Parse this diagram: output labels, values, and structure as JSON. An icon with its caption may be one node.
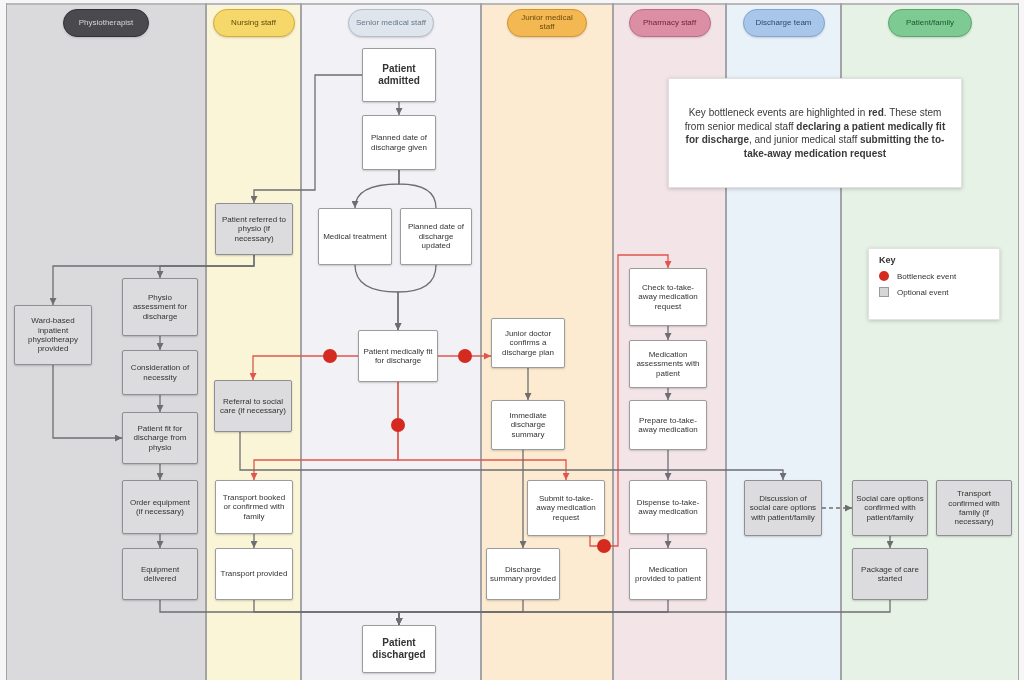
{
  "diagram": {
    "nodes": [
      {
        "text": [
          "Physiotherapist"
        ]
      },
      {
        "text": [
          "Nursing staff"
        ]
      },
      {
        "text": [
          "Senior medical staff"
        ]
      },
      {
        "text": [
          "Junior medical staff"
        ]
      },
      {
        "text": [
          "Pharmacy staff"
        ]
      },
      {
        "text": [
          "Discharge team"
        ]
      },
      {
        "text": [
          "Patient/family"
        ]
      },
      {
        "text": [
          "Patient admitted"
        ],
        "in": 2
      },
      {
        "text": [
          "Planned date of discharge given"
        ],
        "in": 2
      },
      {
        "text": [
          "Medical treatment"
        ],
        "in": 2
      },
      {
        "text": [
          "Planned date of discharge updated"
        ],
        "in": 2
      },
      {
        "text": [
          "Key bottleneck events are highlighted in **red**. These stem from senior medical staff **declaring a patient medically fit for discharge**, and junior medical staff **submitting the to-take-away medication request**"
        ]
      },
      {
        "text": [
          "Patient referred to physio (if necessary)"
        ],
        "in": 1
      },
      {
        "text": [
          "Ward-based inpatient physiotherapy provided"
        ],
        "in": 0
      },
      {
        "text": [
          "Physio assessment for discharge"
        ],
        "in": 0
      },
      {
        "text": [
          "Patient medically fit for discharge"
        ],
        "in": 2
      },
      {
        "text": [
          "Junior doctor confirms a discharge plan"
        ],
        "in": 3
      },
      {
        "text": [
          "Check to-take-away medication request"
        ],
        "in": 4
      },
      {
        "text": [
          "Consideration of necessity"
        ],
        "in": 0
      },
      {
        "text": [
          "Medication assessments with patient"
        ],
        "in": 4
      },
      {
        "text": [
          "Referral to social care (if necessary)"
        ],
        "in": 1
      },
      {
        "text": [
          "Immediate discharge summary"
        ],
        "in": 3
      },
      {
        "text": [
          "Prepare to-take-away medication"
        ],
        "in": 4
      },
      {
        "text": [
          "Patient fit for discharge from physio"
        ],
        "in": 0
      },
      {
        "text": [
          "Order equipment (if necessary)"
        ],
        "in": 0
      },
      {
        "text": [
          "Transport booked or confirmed with family"
        ],
        "in": 1
      },
      {
        "text": [
          "Submit to-take-away medication request"
        ],
        "in": 3
      },
      {
        "text": [
          "Dispense to-take-away medication"
        ],
        "in": 4
      },
      {
        "text": [
          "Discussion of social care options with patient/family"
        ],
        "in": 5
      },
      {
        "text": [
          "Social care options confirmed with patient/family"
        ],
        "in": 6
      },
      {
        "text": [
          "Transport confirmed with family (if necessary)"
        ],
        "in": 6
      },
      {
        "text": [
          "Equipment delivered"
        ],
        "in": 0
      },
      {
        "text": [
          "Transport provided"
        ],
        "in": 1
      },
      {
        "text": [
          "Discharge summary provided"
        ],
        "in": 3
      },
      {
        "text": [
          "Medication provided to patient"
        ],
        "in": 4
      },
      {
        "text": [
          "Package of care started"
        ],
        "in": 6
      },
      {
        "text": [
          "Patient discharged"
        ],
        "in": 2
      }
    ],
    "edges": [
      {
        "from": 7,
        "to": 8,
        "arrow": "to"
      },
      {
        "from": 8,
        "to": 9,
        "arrow": "to"
      },
      {
        "from": 8,
        "to": 10,
        "arrow": "none"
      },
      {
        "from": 9,
        "to": 15,
        "arrow": "to"
      },
      {
        "from": 10,
        "to": 15,
        "arrow": "to"
      },
      {
        "from": 7,
        "to": 12,
        "arrow": "to"
      },
      {
        "from": 12,
        "to": 13,
        "arrow": "to"
      },
      {
        "from": 12,
        "to": 14,
        "arrow": "to"
      },
      {
        "from": 14,
        "to": 18,
        "arrow": "to"
      },
      {
        "from": 18,
        "to": 23,
        "arrow": "to"
      },
      {
        "from": 13,
        "to": 23,
        "arrow": "to"
      },
      {
        "from": 23,
        "to": 24,
        "arrow": "to"
      },
      {
        "from": 24,
        "to": 31,
        "arrow": "to"
      },
      {
        "from": 31,
        "to": 36,
        "arrow": "to"
      },
      {
        "from": 15,
        "to": 20,
        "arrow": "to",
        "color": "#e0564c"
      },
      {
        "from": 15,
        "to": 16,
        "arrow": "to",
        "color": "#e0564c"
      },
      {
        "from": 15,
        "to": 25,
        "arrow": "to",
        "color": "#e0564c"
      },
      {
        "from": 15,
        "to": 26,
        "arrow": "to",
        "color": "#e0564c"
      },
      {
        "from": 16,
        "to": 21,
        "arrow": "to"
      },
      {
        "from": 21,
        "to": 33,
        "arrow": "to"
      },
      {
        "from": 26,
        "to": 17,
        "arrow": "to",
        "color": "#e0564c"
      },
      {
        "from": 17,
        "to": 19,
        "arrow": "to"
      },
      {
        "from": 19,
        "to": 22,
        "arrow": "to"
      },
      {
        "from": 22,
        "to": 27,
        "arrow": "to"
      },
      {
        "from": 27,
        "to": 34,
        "arrow": "to"
      },
      {
        "from": 20,
        "to": 28,
        "arrow": "to"
      },
      {
        "from": 25,
        "to": 32,
        "arrow": "to"
      },
      {
        "from": 28,
        "to": 29,
        "arrow": "to",
        "style": "dashed"
      },
      {
        "from": 29,
        "to": 35,
        "arrow": "to"
      },
      {
        "from": 32,
        "to": 36,
        "arrow": "to"
      },
      {
        "from": 33,
        "to": 36,
        "arrow": "to"
      },
      {
        "from": 34,
        "to": 36,
        "arrow": "to"
      },
      {
        "from": 35,
        "to": 36,
        "arrow": "to"
      }
    ],
    "labels": [
      "Key"
    ],
    "legend": [
      {
        "text": "Bottleneck event",
        "color": "#d42a20"
      },
      {
        "text": "Optional event",
        "color": "#d6d6d8"
      }
    ]
  }
}
